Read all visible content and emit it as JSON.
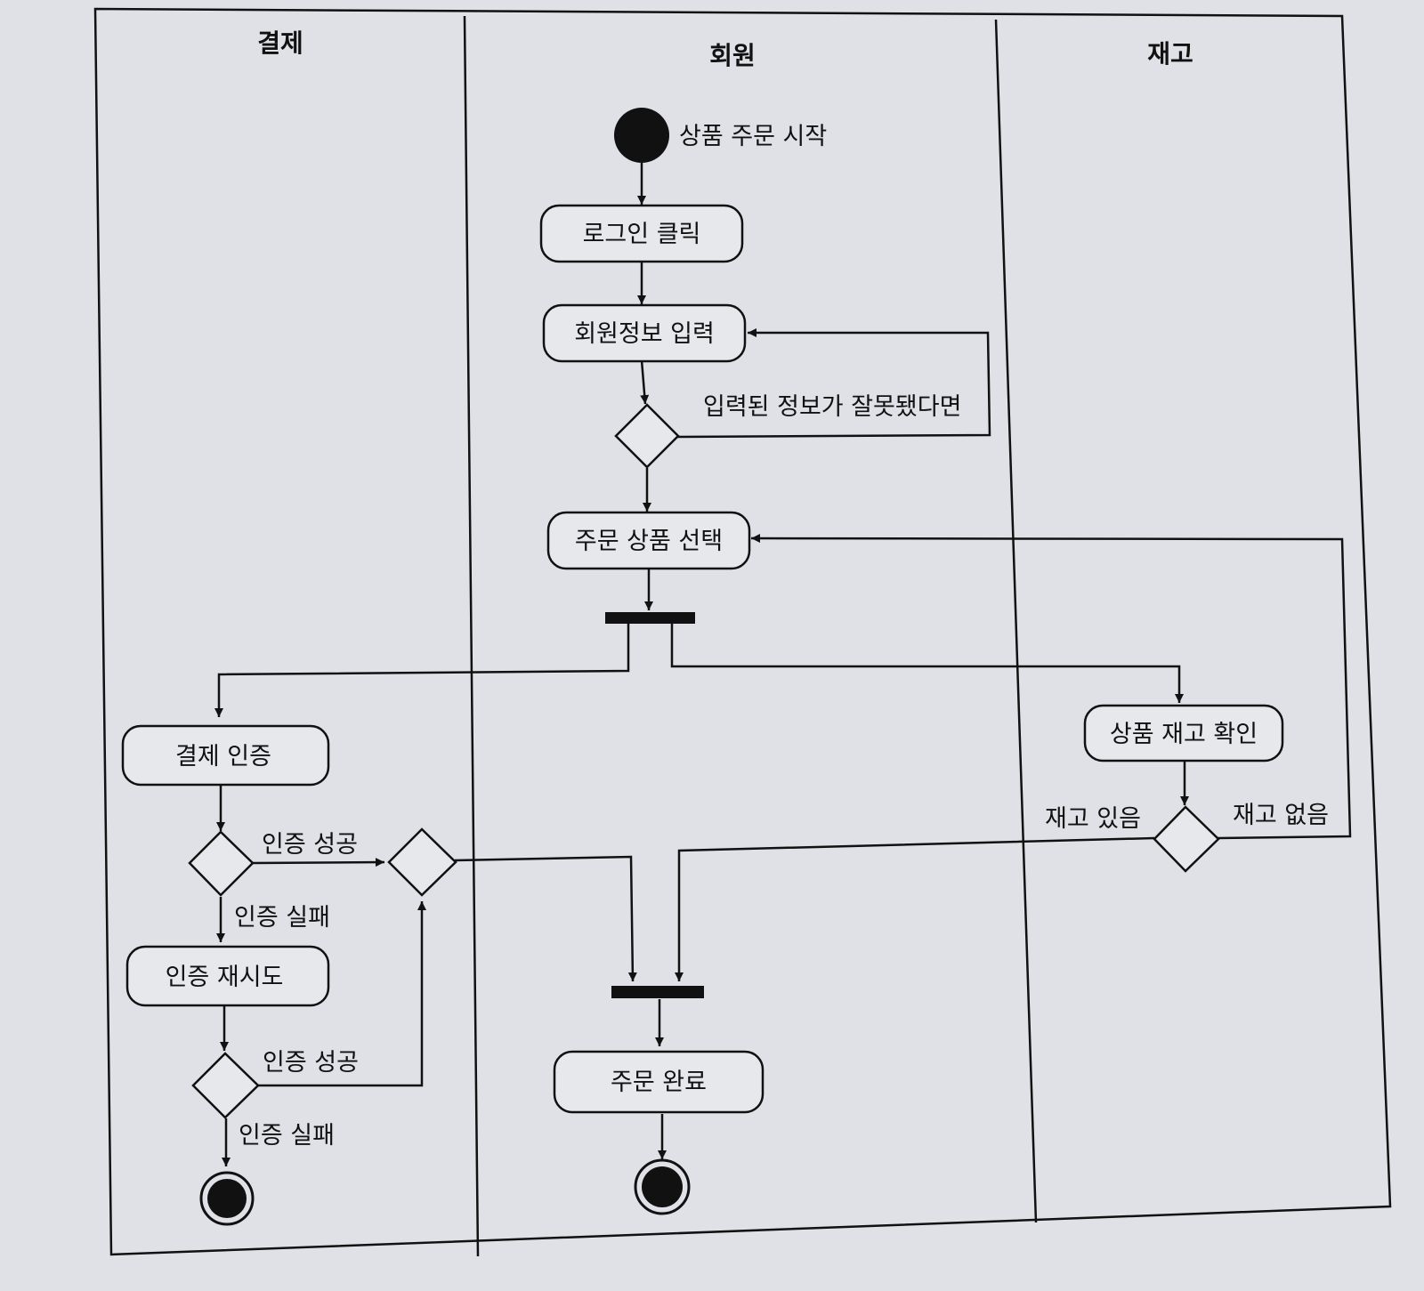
{
  "swimlanes": [
    {
      "title": "결제"
    },
    {
      "title": "회원"
    },
    {
      "title": "재고"
    }
  ],
  "start_label": "상품 주문 시작",
  "actions": {
    "login_click": "로그인 클릭",
    "member_info_input": "회원정보 입력",
    "select_products": "주문 상품 선택",
    "payment_auth": "결제 인증",
    "retry_auth": "인증 재시도",
    "check_stock": "상품 재고 확인",
    "order_complete": "주문 완료"
  },
  "guards": {
    "invalid_info": "입력된 정보가 잘못됐다면",
    "auth_success_1": "인증 성공",
    "auth_fail_1": "인증 실패",
    "auth_success_2": "인증 성공",
    "auth_fail_2": "인증 실패",
    "in_stock": "재고 있음",
    "out_of_stock": "재고 없음"
  }
}
